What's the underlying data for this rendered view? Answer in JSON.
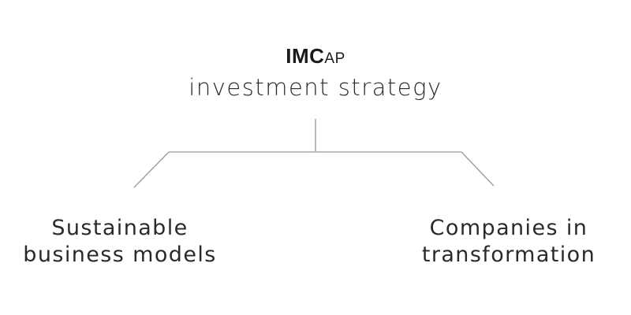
{
  "root": {
    "logo_main": "IMC",
    "logo_sub": "AP",
    "subtitle": "investment strategy"
  },
  "branches": [
    {
      "line1": "Sustainable",
      "line2": "business models"
    },
    {
      "line1": "Companies in",
      "line2": "transformation"
    }
  ],
  "colors": {
    "line": "#9a9a9a",
    "text": "#2a2a2a",
    "background": "#ffffff"
  }
}
